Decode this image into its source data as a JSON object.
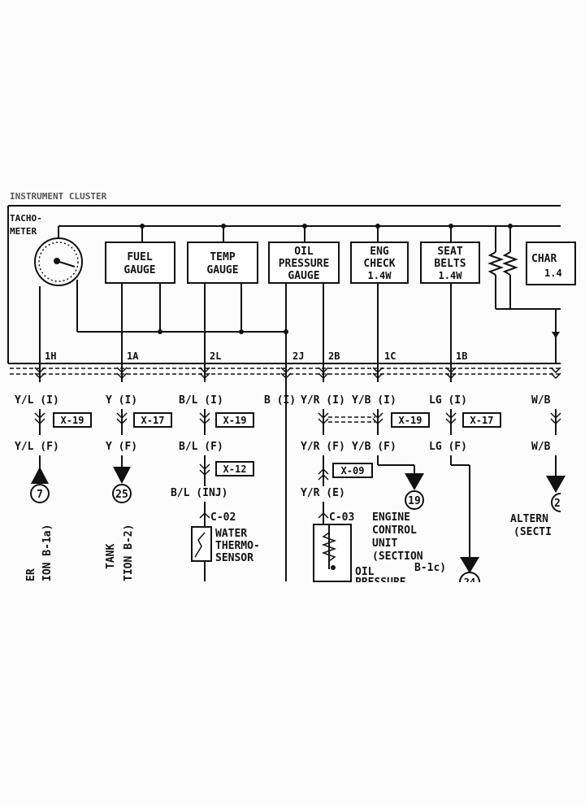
{
  "header": {
    "title": "INSTRUMENT CLUSTER"
  },
  "tachometer": {
    "label": "TACHO-METER"
  },
  "gauges": [
    {
      "lines": [
        "FUEL",
        "GAUGE"
      ]
    },
    {
      "lines": [
        "TEMP",
        "GAUGE"
      ]
    },
    {
      "lines": [
        "OIL",
        "PRESSURE",
        "GAUGE"
      ]
    },
    {
      "lines": [
        "ENG",
        "CHECK",
        "1.4W"
      ]
    },
    {
      "lines": [
        "SEAT",
        "BELTS",
        "1.4W"
      ]
    },
    {
      "lines": [
        "CHAR",
        "1.4"
      ]
    }
  ],
  "pins": [
    "1H",
    "1A",
    "2L",
    "2J",
    "2B",
    "1C",
    "1B"
  ],
  "wires_top": [
    "Y/L (I)",
    "Y (I)",
    "B/L (I)",
    "B (I)",
    "Y/R (I)",
    "Y/B (I)",
    "LG (I)",
    "W/B"
  ],
  "connectors": [
    "X-19",
    "X-17",
    "X-19",
    "X-19",
    "X-17",
    "X-12",
    "X-09"
  ],
  "wires_mid": [
    "Y/L (F)",
    "Y (F)",
    "B/L (F)",
    "Y/R (F)",
    "Y/B (F)",
    "LG (F)",
    "W/B"
  ],
  "wires_low": [
    "B/L (INJ)",
    "Y/R (E)"
  ],
  "refs": [
    "7",
    "25",
    "19",
    "2",
    "24"
  ],
  "components": {
    "c02": "C-02",
    "water_sensor": [
      "WATER",
      "THERMO-",
      "SENSOR"
    ],
    "c03": "C-03",
    "oil_sensor": [
      "OIL",
      "PRESSURE"
    ],
    "ecu": [
      "ENGINE",
      "CONTROL",
      "UNIT",
      "(SECTION",
      "B-1c)"
    ],
    "alternator": [
      "ALTERN",
      "(SECTI"
    ]
  },
  "vertical_labels": [
    "ER",
    "ION B-1a)",
    "TANK",
    "TION B-2)"
  ]
}
